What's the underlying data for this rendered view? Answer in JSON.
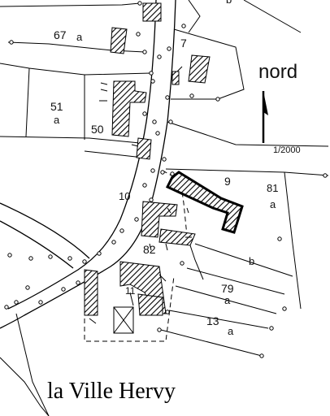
{
  "map": {
    "north_label": "nord",
    "scale_label": "1/2000",
    "place_name": "la Ville Hervy",
    "parcels": [
      {
        "id": "p67",
        "number": "67",
        "letter": "a"
      },
      {
        "id": "p7",
        "number": "7",
        "letter": ""
      },
      {
        "id": "p51",
        "number": "51",
        "letter": "a"
      },
      {
        "id": "p50",
        "number": "50",
        "letter": ""
      },
      {
        "id": "p10",
        "number": "10",
        "letter": ""
      },
      {
        "id": "p9",
        "number": "9",
        "letter": ""
      },
      {
        "id": "p81",
        "number": "81",
        "letter": "a"
      },
      {
        "id": "p82",
        "number": "82",
        "letter": ""
      },
      {
        "id": "pb1",
        "number": "",
        "letter": "b"
      },
      {
        "id": "pb2",
        "number": "",
        "letter": "b"
      },
      {
        "id": "p79",
        "number": "79",
        "letter": "a"
      },
      {
        "id": "p11",
        "number": "11",
        "letter": ""
      },
      {
        "id": "p13",
        "number": "13",
        "letter": "a"
      }
    ]
  }
}
